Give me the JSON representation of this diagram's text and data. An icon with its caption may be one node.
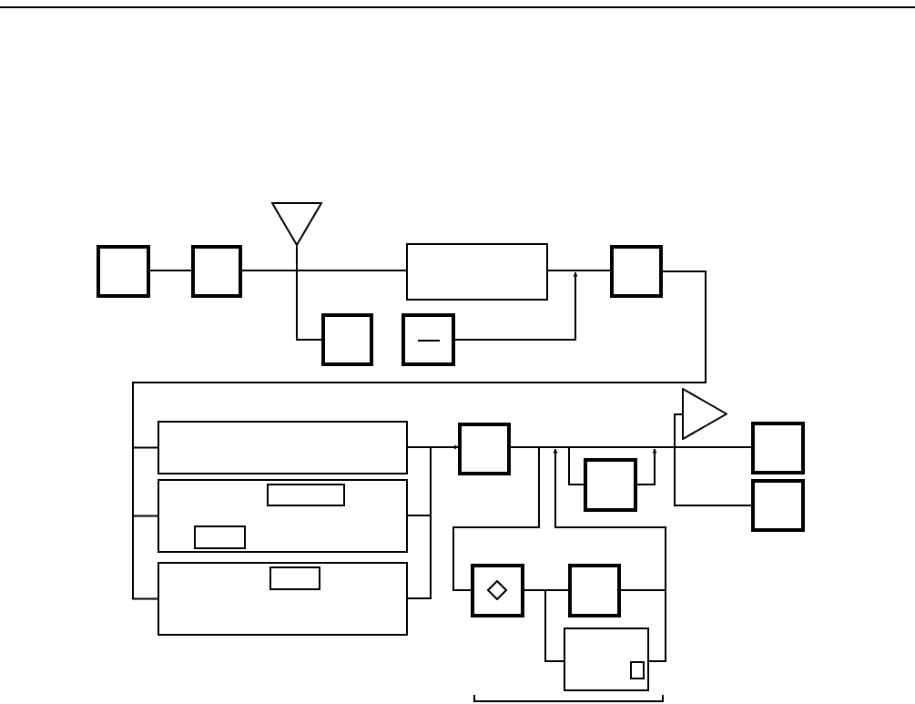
{
  "diagram": {
    "nodes": [
      {
        "text": [],
        "shape": "box"
      },
      {
        "text": [],
        "shape": "box"
      },
      {
        "text": [],
        "shape": "triangle"
      },
      {
        "text": [],
        "shape": "box"
      },
      {
        "text": [],
        "shape": "box"
      },
      {
        "text": [],
        "shape": "box"
      },
      {
        "text": [],
        "shape": "box"
      },
      {
        "text": [],
        "shape": "box"
      },
      {
        "text": [],
        "shape": "box"
      },
      {
        "text": [],
        "shape": "box",
        "in": 8
      },
      {
        "text": [],
        "shape": "box",
        "in": 8
      },
      {
        "text": [],
        "shape": "box"
      },
      {
        "text": [],
        "shape": "box",
        "in": 11
      },
      {
        "text": [],
        "shape": "box"
      },
      {
        "text": [],
        "shape": "box"
      },
      {
        "text": [],
        "shape": "triangle"
      },
      {
        "text": [],
        "shape": "box"
      },
      {
        "text": [],
        "shape": "box"
      },
      {
        "text": [],
        "shape": "box"
      },
      {
        "text": [],
        "shape": "box"
      },
      {
        "text": [],
        "shape": "box"
      },
      {
        "text": [],
        "shape": "box",
        "in": 20
      }
    ],
    "edges": [
      {
        "from": 0,
        "to": 1,
        "arrow": "none"
      },
      {
        "from": 1,
        "to": 3,
        "arrow": "none"
      },
      {
        "from": 2,
        "to": 3,
        "arrow": "none"
      },
      {
        "from": 2,
        "to": 5,
        "arrow": "none"
      },
      {
        "from": 3,
        "to": 4,
        "arrow": "none"
      },
      {
        "from": 6,
        "to": null,
        "arrow": "to"
      },
      {
        "from": 4,
        "to": 7,
        "arrow": "none"
      },
      {
        "from": 4,
        "to": 8,
        "arrow": "none"
      },
      {
        "from": 4,
        "to": 11,
        "arrow": "none"
      },
      {
        "from": 7,
        "to": 13,
        "arrow": "none"
      },
      {
        "from": 8,
        "to": 13,
        "arrow": "to"
      },
      {
        "from": 11,
        "to": 13,
        "arrow": "to"
      },
      {
        "from": 13,
        "to": 16,
        "arrow": "none"
      },
      {
        "from": 13,
        "to": 18,
        "arrow": "none"
      },
      {
        "from": 13,
        "to": 14,
        "arrow": "none"
      },
      {
        "from": 14,
        "to": null,
        "arrow": "to"
      },
      {
        "from": 19,
        "to": null,
        "arrow": "to"
      },
      {
        "from": 18,
        "to": 19,
        "arrow": "none"
      },
      {
        "from": 18,
        "to": 20,
        "arrow": "none"
      },
      {
        "from": 19,
        "to": 20,
        "arrow": "none"
      },
      {
        "from": 15,
        "to": 17,
        "arrow": "none"
      }
    ]
  }
}
